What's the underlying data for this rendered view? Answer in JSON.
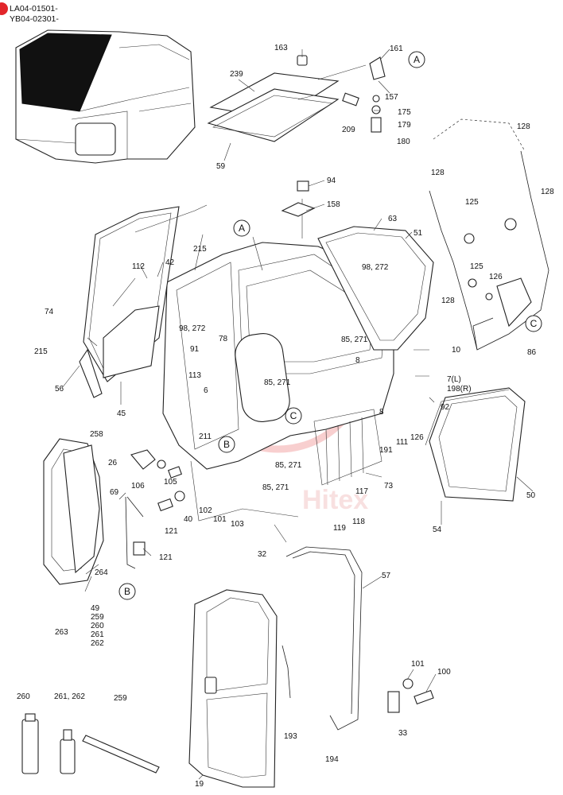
{
  "header": {
    "line1": "LA04-01501-",
    "line2": "YB04-02301-",
    "marker_color": "#e2262b"
  },
  "watermark": {
    "text": "Hitex",
    "color": "#f2a8a8"
  },
  "refs": {
    "a": "A",
    "b": "B",
    "c": "C"
  },
  "labels": {
    "p163": "163",
    "p161": "161",
    "p157": "157",
    "p175": "175",
    "p179": "179",
    "p180": "180",
    "p209": "209",
    "p239": "239",
    "p59": "59",
    "p94": "94",
    "p158": "158",
    "p128a": "128",
    "p128b": "128",
    "p128c": "128",
    "p128d": "128",
    "p125a": "125",
    "p125b": "125",
    "p126": "126",
    "p63": "63",
    "p51": "51",
    "p98_272a": "98, 272",
    "p74": "74",
    "p215a": "215",
    "p215b": "215",
    "p112": "112",
    "p42": "42",
    "p56": "56",
    "p45": "45",
    "p98_272b": "98, 272",
    "p91": "91",
    "p78": "78",
    "p113": "113",
    "p6": "6",
    "p85_271a": "85, 271",
    "p85_271b": "85, 271",
    "p85_271c": "85, 271",
    "p85_271d": "85, 271",
    "p8a": "8",
    "p8b": "8",
    "p10": "10",
    "p7l": "7(L)",
    "p198r": "198(R)",
    "p92": "92",
    "p86": "86",
    "p211": "211",
    "p258": "258",
    "p26": "26",
    "p106": "106",
    "p105": "105",
    "p40": "40",
    "p69": "69",
    "p121a": "121",
    "p121b": "121",
    "p102": "102",
    "p101a": "101",
    "p103": "103",
    "p191": "191",
    "p111": "111",
    "p126b": "126",
    "p117": "117",
    "p73": "73",
    "p119": "119",
    "p118": "118",
    "p32": "32",
    "p50": "50",
    "p54": "54",
    "p264": "264",
    "p49": "49",
    "p259": "259",
    "p260": "260",
    "p261": "261",
    "p262": "262",
    "p263": "263",
    "p57": "57",
    "p101b": "101",
    "p100": "100",
    "p33": "33",
    "p193": "193",
    "p194": "194",
    "p19": "19",
    "p260b": "260",
    "p261_262": "261, 262",
    "p259b": "259"
  }
}
